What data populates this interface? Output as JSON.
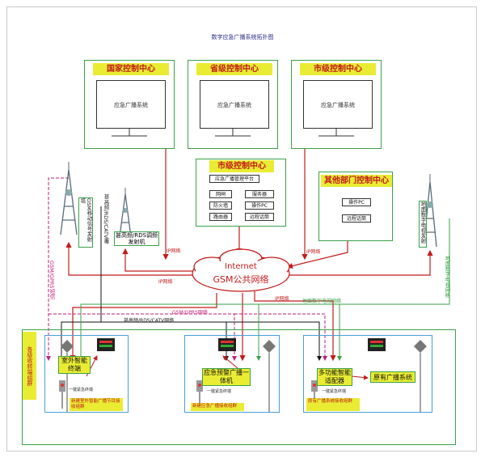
{
  "title": "数字应急广播系统拓扑图",
  "centers": {
    "national": {
      "label": "国家控制中心",
      "monitor": "应急广播系统"
    },
    "provincial": {
      "label": "省级控制中心",
      "monitor": "应急广播系统"
    },
    "city_top": {
      "label": "市级控制中心",
      "monitor": "应急广播系统"
    },
    "city_mid": {
      "label": "市级控制中心",
      "platform": "应急广播管理平台",
      "items": [
        "网闸",
        "服务器",
        "防火墙",
        "操作PC",
        "路由器",
        "远程话筒"
      ]
    },
    "other": {
      "label": "其他部门控制中心",
      "items": [
        "操作PC",
        "远程话筒"
      ]
    }
  },
  "network": {
    "line1": "Internet",
    "line2": "GSM公共网络"
  },
  "transmitters": {
    "gsm": "GSM移动信号发射塔",
    "fm_label": "甚高频/RDS/CATV覆",
    "fm_station": "甚高频/RDS调频发射机",
    "dtv": "地面数字电视发射"
  },
  "links": {
    "ip1": "IP网络",
    "ip2": "IP网络",
    "ip3": "IP网络",
    "ip4": "IP网络",
    "gsm_gprs_left": "GSM/GPRS短信",
    "gsm_gprs_net": "GSM/GPRS网络",
    "fm_net": "甚高频/RDS/CATV网络",
    "dtv_net": "地面数字电视网络",
    "dtv_side": "地面数字电视网络"
  },
  "receive_group": "各级收转端组群",
  "sites": [
    {
      "device": "室外智能终端",
      "tag": "新建室外智能广播节目接收组群",
      "key": "一键紧急终端"
    },
    {
      "device": "应急预警广播一体机",
      "tag": "新建应急广播接收组群",
      "key": "一键紧急终端"
    },
    {
      "device": "多功能智能适配器",
      "device2": "原有广播系统",
      "tag": "原有广播系统接收组群",
      "key": "一键紧急终端"
    }
  ],
  "colors": {
    "red": "#c21b1b",
    "green": "#3aa14a",
    "pink": "#c21c7a",
    "yellow": "#e9ec33",
    "blue": "#4a9fd8"
  }
}
